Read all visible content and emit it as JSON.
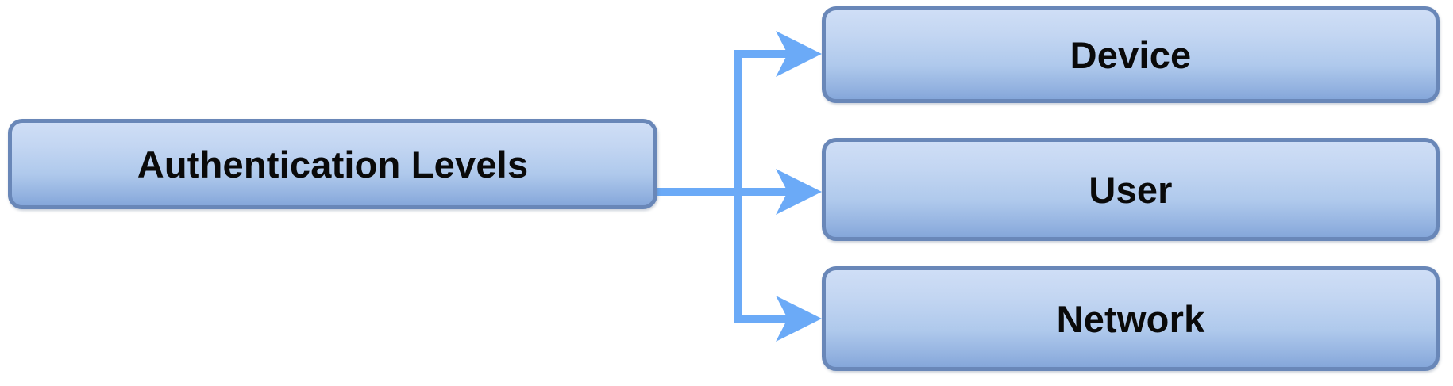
{
  "diagram": {
    "title": "Authentication Levels",
    "type": "tree",
    "orientation": "left-to-right",
    "background_color": "#ffffff",
    "node_style": {
      "border_color": "#6987b8",
      "fill_gradient_top": "#cfdef6",
      "fill_gradient_bottom": "#85a7da",
      "text_color": "#0a0a0a",
      "corner_radius": 18
    },
    "connector_style": {
      "line_color": "#6baaf7",
      "line_width": 10,
      "arrowhead": "stealth"
    },
    "root": {
      "id": "authentication-levels",
      "label": "Authentication Levels"
    },
    "children": [
      {
        "id": "device",
        "label": "Device"
      },
      {
        "id": "user",
        "label": "User"
      },
      {
        "id": "network",
        "label": "Network"
      }
    ],
    "edges": [
      {
        "from": "authentication-levels",
        "to": "device"
      },
      {
        "from": "authentication-levels",
        "to": "user"
      },
      {
        "from": "authentication-levels",
        "to": "network"
      }
    ]
  }
}
